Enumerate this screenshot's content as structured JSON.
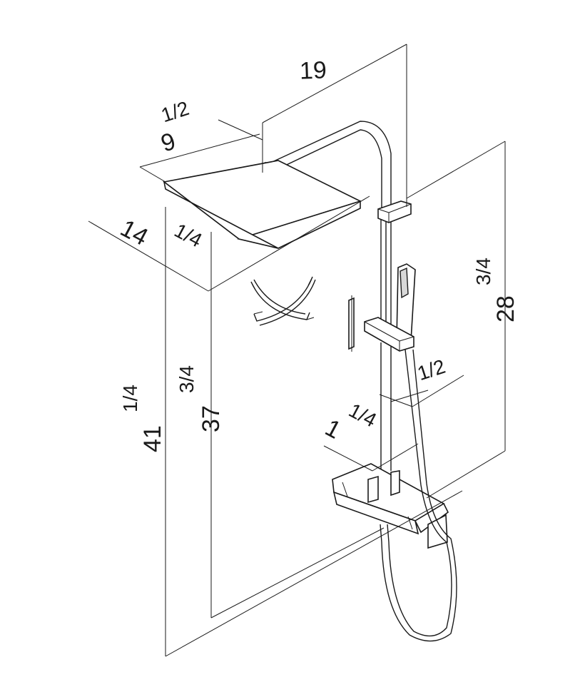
{
  "dimensions": {
    "head_reach_whole": "19",
    "head_reach_fraction": "1/2",
    "head_width_whole": "9",
    "head_depth_whole": "14",
    "head_depth_fraction": "1/4",
    "total_height_whole": "41",
    "total_height_fraction": "1/4",
    "head_height_whole": "37",
    "head_height_fraction": "3/4",
    "rail_height_whole": "28",
    "rail_height_fraction": "3/4",
    "valve_depth_whole": "1",
    "valve_depth_fraction": "1/4",
    "valve_offset_fraction": "1/2"
  },
  "colors": {
    "line": "#1a1a1a",
    "background": "#ffffff"
  }
}
